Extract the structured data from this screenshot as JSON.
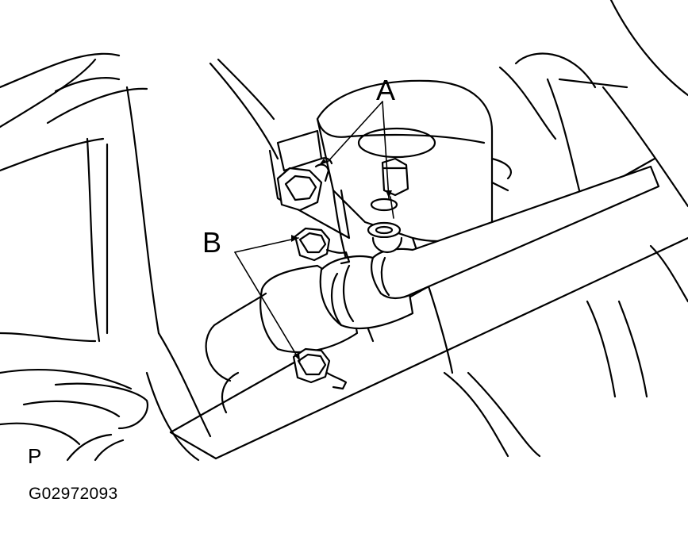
{
  "figure": {
    "callouts": {
      "a": "A",
      "b": "B"
    },
    "corner_mark": "P",
    "figure_code": "G02972093"
  }
}
